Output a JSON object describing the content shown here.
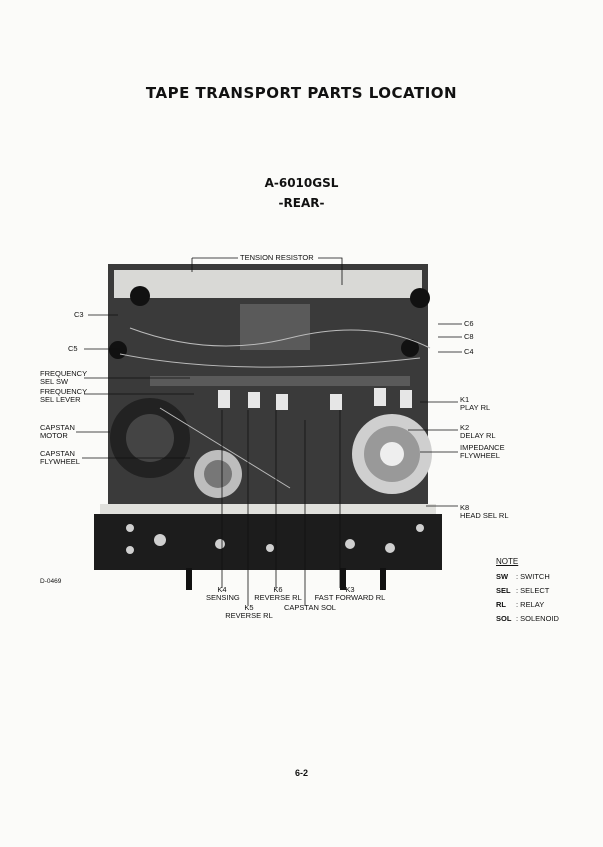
{
  "title": "TAPE TRANSPORT PARTS LOCATION",
  "model": "A-6010GSL",
  "view": "-REAR-",
  "labels": {
    "tension_resistor": "TENSION RESISTOR",
    "c3": "C3",
    "c5": "C5",
    "c6": "C6",
    "c8": "C8",
    "c4": "C4",
    "frequency_sel_sw": [
      "FREQUENCY",
      "SEL SW"
    ],
    "frequency_sel_lever": [
      "FREQUENCY",
      "SEL LEVER"
    ],
    "capstan_motor": [
      "CAPSTAN",
      "MOTOR"
    ],
    "capstan_flywheel": [
      "CAPSTAN",
      "FLYWHEEL"
    ],
    "k1": [
      "K1",
      "PLAY RL"
    ],
    "k2": [
      "K2",
      "DELAY RL"
    ],
    "impedance_flywheel": [
      "IMPEDANCE",
      "FLYWHEEL"
    ],
    "k8": [
      "K8",
      "HEAD SEL RL"
    ],
    "k4": [
      "K4",
      "SENSING"
    ],
    "k6": [
      "K6",
      "REVERSE RL"
    ],
    "k3": [
      "K3",
      "FAST FORWARD RL"
    ],
    "k5": [
      "K5",
      "REVERSE RL"
    ],
    "capstan_sol": "CAPSTAN SOL"
  },
  "note": {
    "title": "NOTE",
    "items": [
      {
        "abbr": "SW",
        "meaning": ": SWITCH"
      },
      {
        "abbr": "SEL",
        "meaning": ": SELECT"
      },
      {
        "abbr": "RL",
        "meaning": ": RELAY"
      },
      {
        "abbr": "SOL",
        "meaning": ": SOLENOID"
      }
    ]
  },
  "diagram_id": "D-0469",
  "page_number": "6-2"
}
